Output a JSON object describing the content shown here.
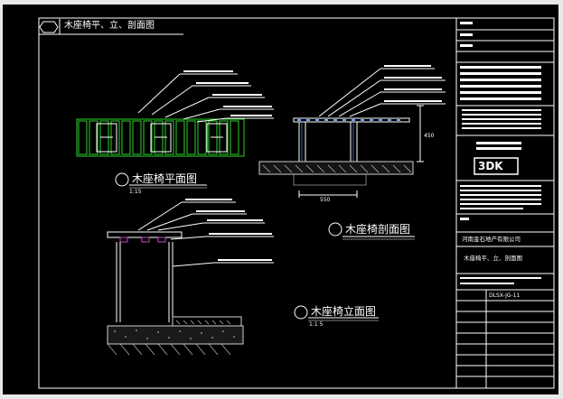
{
  "sheet": {
    "title": "木座椅平、立、剖面图"
  },
  "plan_view": {
    "title": "木座椅平面图",
    "scale": "1:15"
  },
  "section_view": {
    "title": "木座椅剖面图",
    "dimension_width": "550",
    "dimension_height": "450"
  },
  "elevation_view": {
    "title": "木座椅立面图",
    "scale": "1:1 5"
  },
  "title_block": {
    "logo_text": "3DK",
    "client": "河南金石地产有限公司",
    "drawing_name": "木座椅平、立、剖面图",
    "drawing_no": "DLSX-JG-11"
  },
  "colors": {
    "line": "#ffffff",
    "plan_green": "#2bd22b",
    "hatch": "#cfcfcf",
    "accent": "#6aa8ff",
    "magenta": "#c04dc0"
  }
}
